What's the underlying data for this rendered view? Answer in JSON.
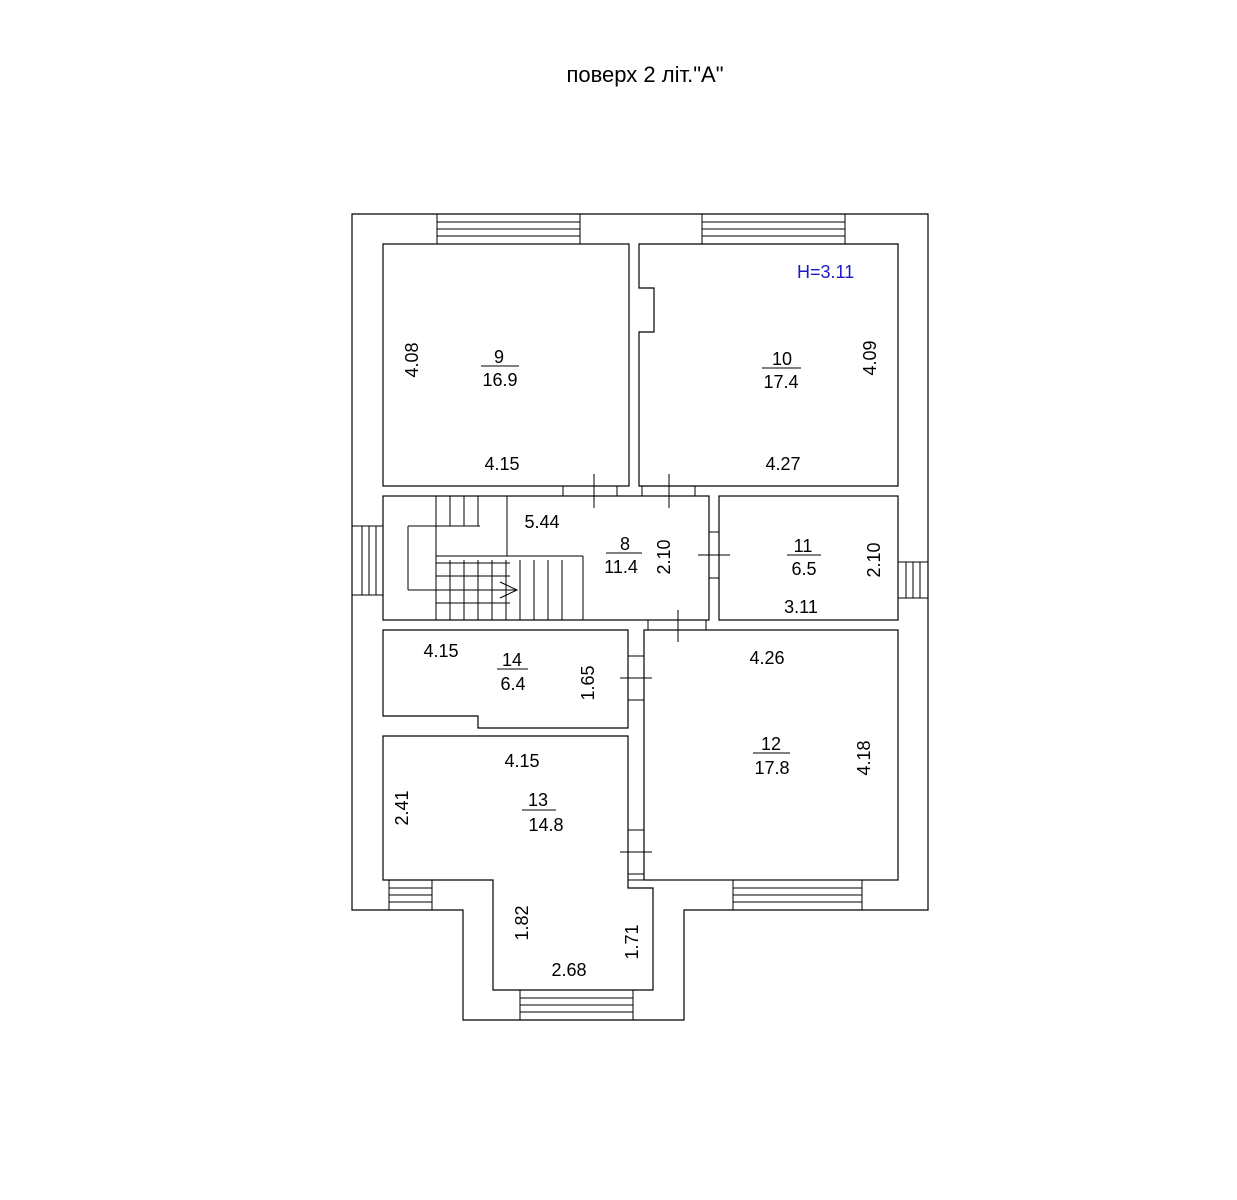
{
  "title": "поверх 2 літ.\"А\"",
  "height_label": "H=3.11",
  "colors": {
    "line": "#000000",
    "height_label": "#1a1acc",
    "background": "#ffffff"
  },
  "rooms": [
    {
      "id": "9",
      "number": "9",
      "area": "16.9",
      "dims": [
        "4.08",
        "4.15"
      ]
    },
    {
      "id": "10",
      "number": "10",
      "area": "17.4",
      "dims": [
        "4.09",
        "4.27"
      ]
    },
    {
      "id": "8",
      "number": "8",
      "area": "11.4",
      "dims": [
        "5.44",
        "2.10"
      ]
    },
    {
      "id": "11",
      "number": "11",
      "area": "6.5",
      "dims": [
        "2.10",
        "3.11"
      ]
    },
    {
      "id": "14",
      "number": "14",
      "area": "6.4",
      "dims": [
        "4.15",
        "1.65"
      ]
    },
    {
      "id": "12",
      "number": "12",
      "area": "17.8",
      "dims": [
        "4.26",
        "4.18"
      ]
    },
    {
      "id": "13",
      "number": "13",
      "area": "14.8",
      "dims": [
        "4.15",
        "2.41",
        "1.82",
        "1.71",
        "2.68"
      ]
    }
  ]
}
